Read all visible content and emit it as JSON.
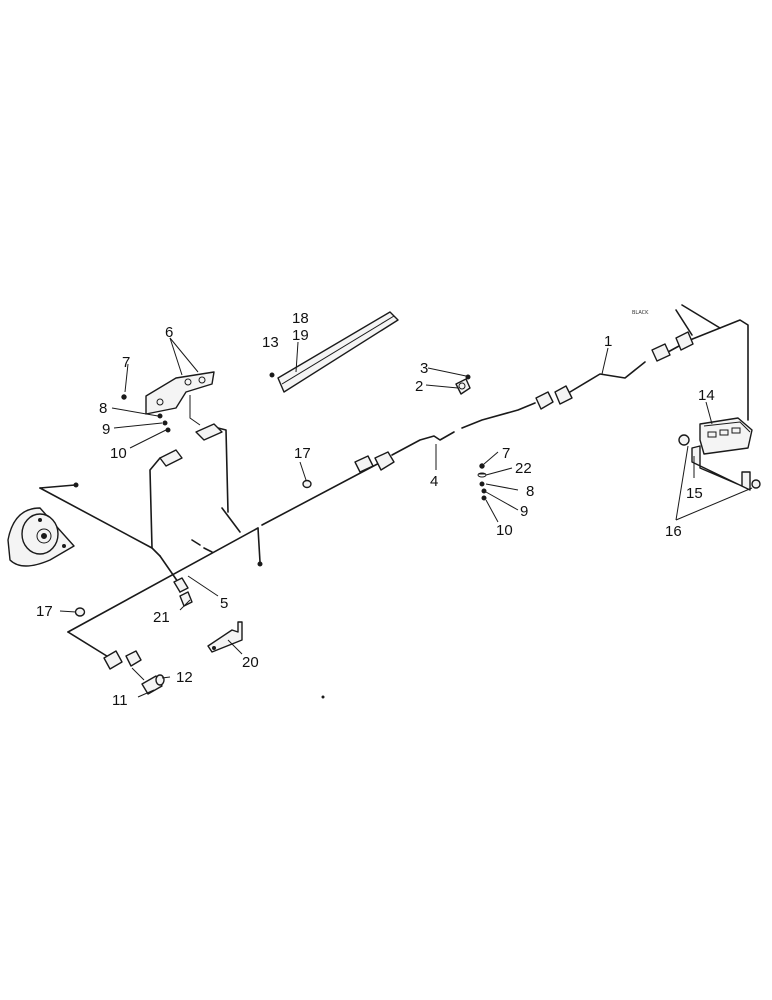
{
  "callouts": {
    "c1": "1",
    "c2": "2",
    "c3": "3",
    "c4": "4",
    "c5": "5",
    "c6": "6",
    "c7a": "7",
    "c7b": "7",
    "c8a": "8",
    "c8b": "8",
    "c9a": "9",
    "c9b": "9",
    "c10a": "10",
    "c10b": "10",
    "c11": "11",
    "c12": "12",
    "c13": "13",
    "c14": "14",
    "c15": "15",
    "c16": "16",
    "c17a": "17",
    "c17b": "17",
    "c18": "18",
    "c19": "19",
    "c20": "20",
    "c21": "21",
    "c22": "22"
  },
  "wire_tag": "BLACK"
}
